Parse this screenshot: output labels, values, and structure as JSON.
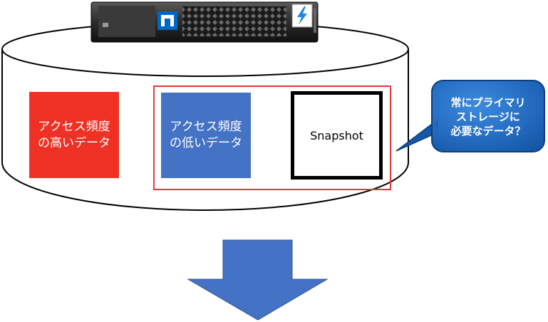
{
  "diagram": {
    "hot_data_label": "アクセス頻度\nの高いデータ",
    "cold_data_label": "アクセス頻度\nの低いデータ",
    "snapshot_label": "Snapshot",
    "callout_text": "常にプライマリ\nストレージに\n必要なデータ？"
  },
  "icons": {
    "storage_array": "storage-array-icon",
    "brand_logo": "netapp-logo-icon",
    "flash_badge": "lightning-bolt-icon",
    "down_arrow": "down-arrow-icon"
  },
  "colors": {
    "hot_data": "#ee3124",
    "cold_data": "#4472c4",
    "highlight_border": "#e03a3a",
    "callout_fill": "#1f6bc4",
    "arrow_fill": "#4472c4",
    "brand_blue": "#0067c5"
  }
}
